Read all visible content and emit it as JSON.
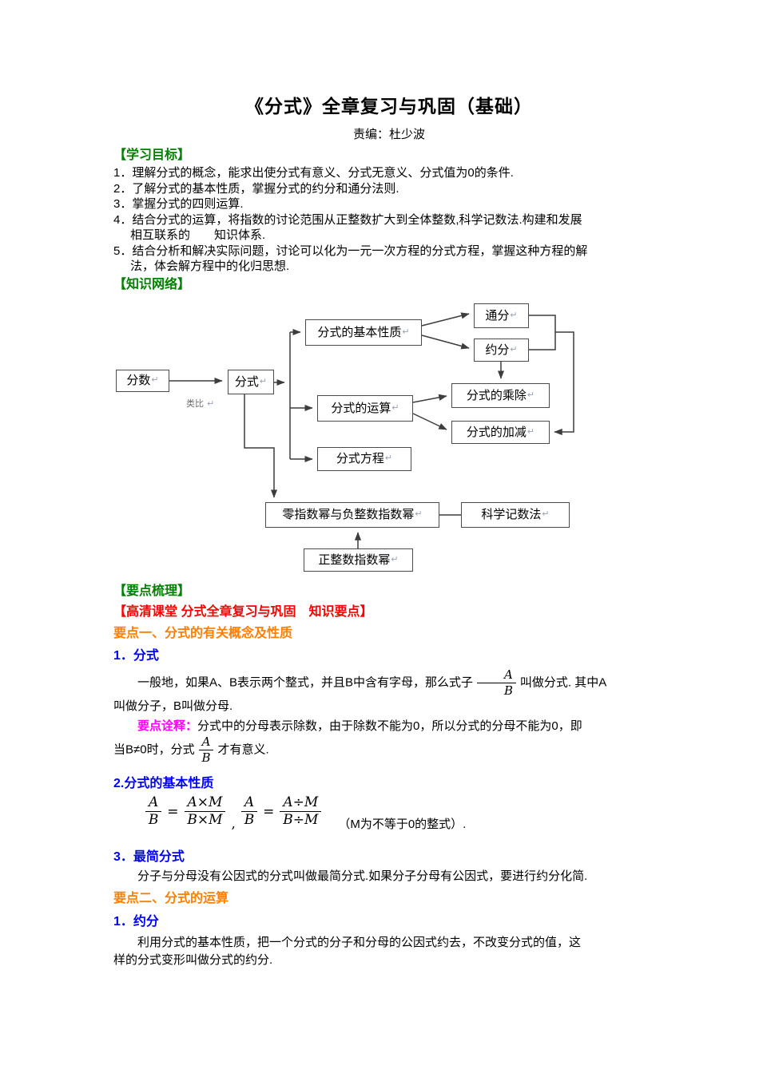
{
  "colors": {
    "section_green": "#008000",
    "highlight_red": "#ff0000",
    "keypoint_orange": "#ff7f00",
    "heading_blue": "#0000ff",
    "note_magenta": "#ff00ff"
  },
  "doc": {
    "title": "《分式》全章复习与巩固（基础）",
    "byline": "责编：杜少波",
    "objectives_header": "【学习目标】",
    "objectives": [
      {
        "num": "1．",
        "text": "理解分式的概念，能求出使分式有意义、分式无意义、分式值为0的条件."
      },
      {
        "num": "2．",
        "text": "了解分式的基本性质，掌握分式的约分和通分法则."
      },
      {
        "num": "3．",
        "text": "掌握分式的四则运算."
      },
      {
        "num": "4．",
        "text": "结合分式的运算，将指数的讨论范围从正整数扩大到全体整数,科学记数法.构建和发展\n相互联系的　　知识体系."
      },
      {
        "num": "5．",
        "text": "结合分析和解决实际问题，讨论可以化为一元一次方程的分式方程，掌握这种方程的解\n法，体会解方程中的化归思想."
      }
    ],
    "network_header": "【知识网络】",
    "outline_header": "【要点梳理】",
    "hd_line": "【高清课堂 分式全章复习与巩固　知识要点】",
    "keypoint1": "要点一、分式的有关概念及性质",
    "h_fenshi": "1．分式",
    "fenshi_def": {
      "part1": "一般地，如果A、B表示两个整式，并且B中含有字母，那么式子",
      "part2": "叫做分式. 其中A",
      "line2": "叫做分子，B叫做分母."
    },
    "keynote": {
      "label": "要点诠释：",
      "line1": "分式中的分母表示除数，由于除数不能为0，所以分式的分母不能为0，即",
      "line2_pre": "当B≠0时，分式",
      "line2_post": "才有意义."
    },
    "h_jiben": "2.分式的基本性质",
    "formula": {
      "f_num": "A",
      "f_den": "B",
      "eq": "=",
      "mul_num": "A×M",
      "mul_den": "B×M",
      "comma": ",",
      "div_num": "A÷M",
      "div_den": "B÷M",
      "note": "（M为不等于0的整式）."
    },
    "h_zuijian": "3．最简分式",
    "zuijian_text": "分子与分母没有公因式的分式叫做最简分式.如果分子分母有公因式，要进行约分化简.",
    "keypoint2": "要点二、分式的运算",
    "h_yuefen": "1．约分",
    "yuefen": {
      "line1": "利用分式的基本性质，把一个分式的分子和分母的公因式约去，不改变分式的值，这",
      "line2": "样的分式变形叫做分式的约分."
    }
  },
  "frac_AB": {
    "num": "A",
    "den": "B"
  },
  "diagram": {
    "return_mark": "↵",
    "analogy_label": "类比",
    "nodes": [
      {
        "label": "分数"
      },
      {
        "label": "分式"
      },
      {
        "label": "分式的基本性质"
      },
      {
        "label": "通分"
      },
      {
        "label": "约分"
      },
      {
        "label": "分式的运算"
      },
      {
        "label": "分式的乘除"
      },
      {
        "label": "分式的加减"
      },
      {
        "label": "分式方程"
      },
      {
        "label": "零指数幂与负整数指数幂"
      },
      {
        "label": "科学记数法"
      },
      {
        "label": "正整数指数幂"
      }
    ]
  }
}
